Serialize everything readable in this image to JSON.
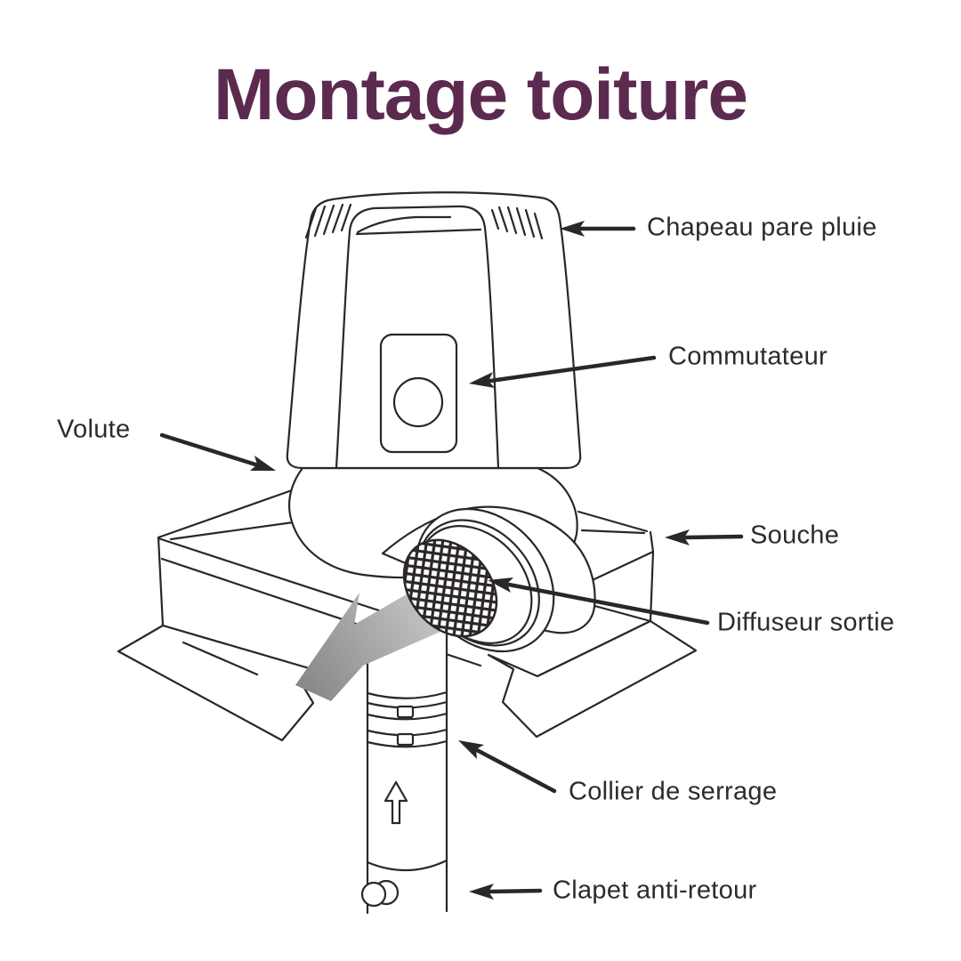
{
  "title": {
    "text": "Montage toiture",
    "color": "#5c2a4f"
  },
  "diagram": {
    "ink": "#2b2728",
    "label_color": "#2e2a2b",
    "labels": {
      "chapeau": "Chapeau pare pluie",
      "commutateur": "Commutateur",
      "volute": "Volute",
      "souche": "Souche",
      "diffuseur": "Diffuseur sortie",
      "collier": "Collier de serrage",
      "clapet": "Clapet anti-retour"
    },
    "airflow": {
      "light": "#dcdcdc",
      "dark": "#868686"
    }
  }
}
